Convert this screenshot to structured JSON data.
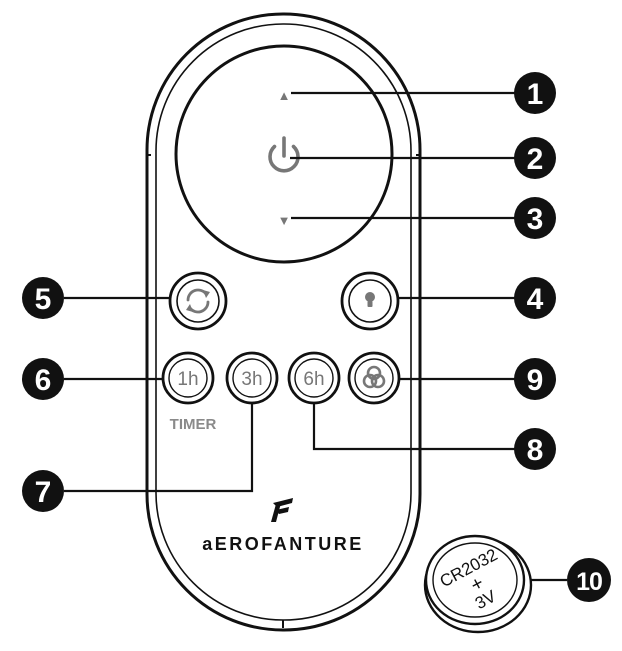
{
  "remote": {
    "brand": "aEROFANTURE",
    "timer_label": "TIMER",
    "buttons": {
      "up": "▲",
      "down": "▼",
      "t1": "1h",
      "t3": "3h",
      "t6": "6h"
    }
  },
  "battery": {
    "model": "CR2032",
    "polarity": "+",
    "voltage": "3V"
  },
  "callouts": [
    "1",
    "2",
    "3",
    "4",
    "5",
    "6",
    "7",
    "8",
    "9",
    "10"
  ]
}
